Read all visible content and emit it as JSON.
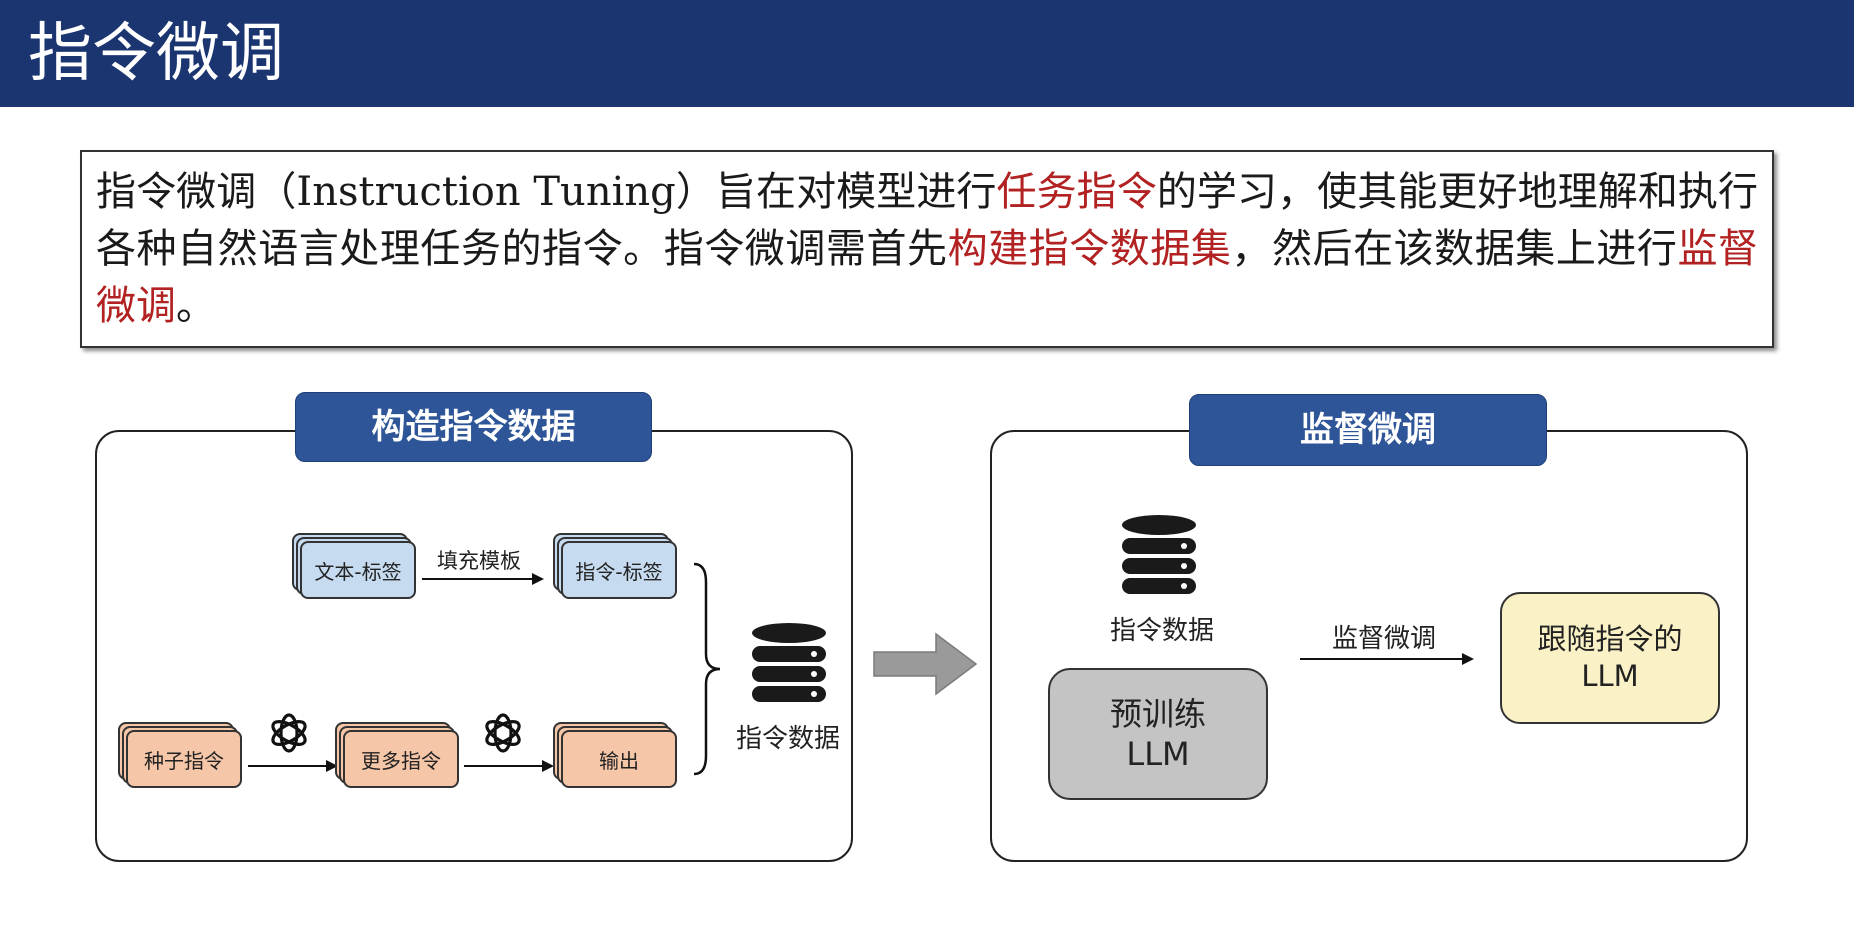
{
  "header": {
    "title": "指令微调"
  },
  "intro": {
    "segments": [
      {
        "text": "指令微调（Instruction Tuning）旨在对模型进行",
        "highlight": false
      },
      {
        "text": "任务指令",
        "highlight": true
      },
      {
        "text": "的学习，使其能更好地理解和执行各种自然语言处理任务的指令。指令微调需首先",
        "highlight": false
      },
      {
        "text": "构建指令数据集",
        "highlight": true
      },
      {
        "text": "，然后在该数据集上进行",
        "highlight": false
      },
      {
        "text": "监督微调",
        "highlight": true
      },
      {
        "text": "。",
        "highlight": false
      }
    ]
  },
  "left_panel": {
    "title": "构造指令数据",
    "text_label_card": "文本-标签",
    "fill_template_label": "填充模板",
    "instruction_label_card": "指令-标签",
    "seed_card": "种子指令",
    "more_card": "更多指令",
    "output_card": "输出",
    "dataset_label": "指令数据"
  },
  "right_panel": {
    "title": "监督微调",
    "dataset_label": "指令数据",
    "pretrained_line1": "预训练",
    "pretrained_line2": "LLM",
    "sft_label": "监督微调",
    "result_line1": "跟随指令的",
    "result_line2": "LLM"
  },
  "colors": {
    "header_bg": "#1b3570",
    "highlight": "#b22222",
    "panel_title_bg": "#2e5597",
    "blue_card": "#c6dbf0",
    "orange_card": "#f5c6a8",
    "pretrained_bg": "#c4c4c4",
    "result_bg": "#fbf1c6"
  },
  "icons": [
    "database-icon",
    "openai-logo-icon",
    "arrow-right-icon",
    "gray-block-arrow-icon"
  ]
}
